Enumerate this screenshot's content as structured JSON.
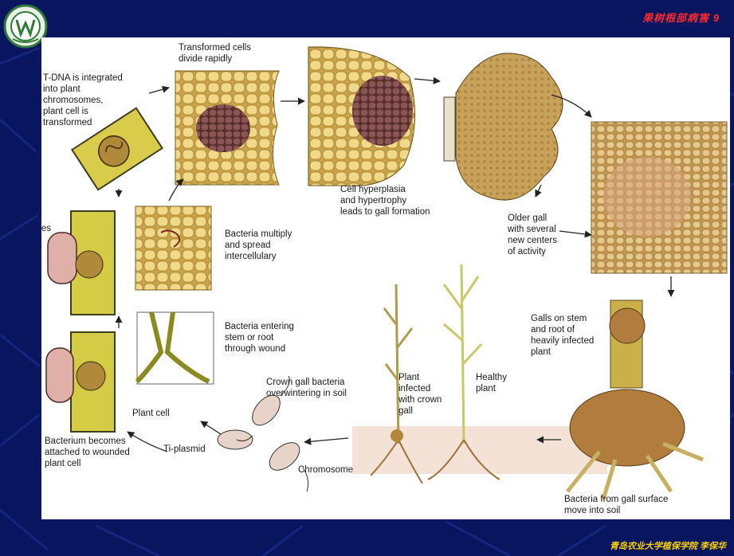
{
  "header": {
    "title": "果树根部病害 9"
  },
  "footer": {
    "credit": "青岛农业大学植保学院 李保华"
  },
  "labels": {
    "tdna": "T-DNA is integrated\ninto plant\nchromosomes,\nplant cell is\ntransformed",
    "transformed": "Transformed cells\ndivide rapidly",
    "hyperplasia": "Cell hyperplasia\nand hypertrophy\nleads to gall formation",
    "older_gall": "Older gall\nwith several\nnew centers\nof activity",
    "multiply": "Bacteria multiply\nand spread\nintercellulary",
    "entering": "Bacteria entering\nstem or root\nthrough wound",
    "overwintering": "Crown gall bacteria\noverwintering in soil",
    "plant_cell": "Plant cell",
    "attached": "Bacterium becomes\nattached to wounded\nplant cell",
    "ti_plasmid": "Ti-plasmid",
    "chromosome": "Chromosome",
    "infected_plant": "Plant\ninfected\nwith crown\ngall",
    "healthy_plant": "Healthy\nplant",
    "galls_on_stem": "Galls on stem\nand root of\nheavily infected\nplant",
    "move_into_soil": "Bacteria from gall surface\nmove into soil",
    "edge_fragment": "es"
  }
}
